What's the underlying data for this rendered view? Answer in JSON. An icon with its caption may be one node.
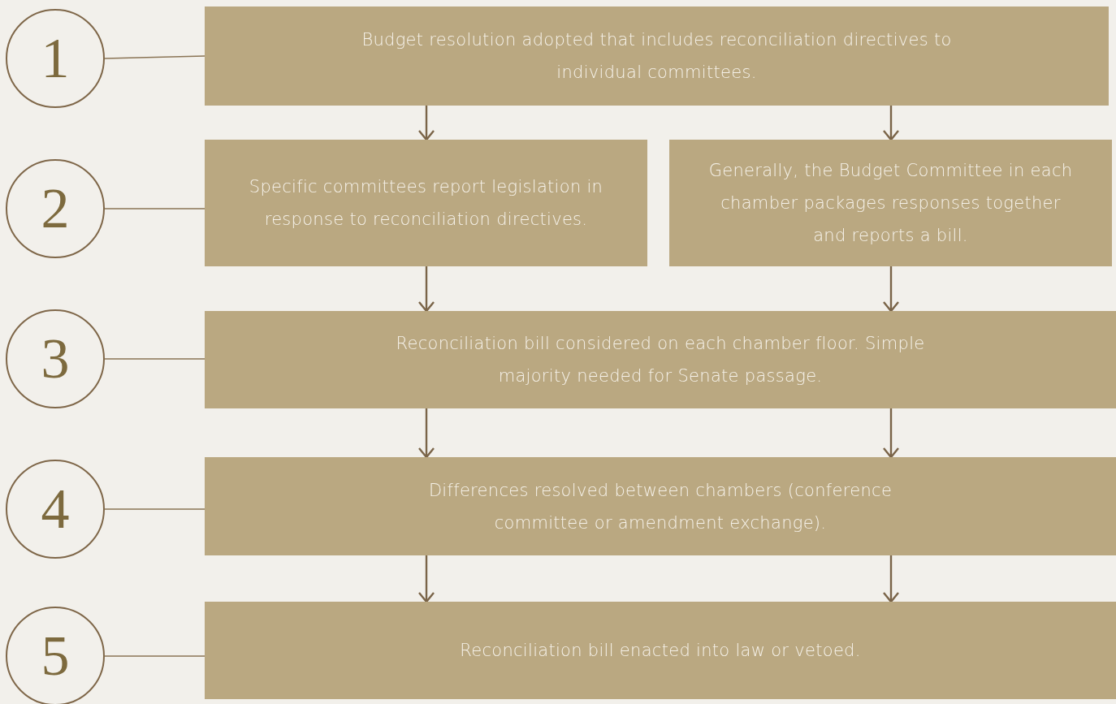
{
  "diagram": {
    "nodes": [
      {
        "text": [
          "1"
        ]
      },
      {
        "text": [
          "Budget resolution adopted that includes reconciliation directives to individual committees."
        ]
      },
      {
        "text": [
          "2"
        ]
      },
      {
        "text": [
          "Specific committees report legislation in response to reconciliation directives."
        ]
      },
      {
        "text": [
          "Generally, the Budget Committee in each chamber packages responses together and reports a bill."
        ]
      },
      {
        "text": [
          "3"
        ]
      },
      {
        "text": [
          "Reconciliation bill considered on each chamber floor. Simple majority needed for Senate passage."
        ]
      },
      {
        "text": [
          "4"
        ]
      },
      {
        "text": [
          "Differences resolved between chambers (conference committee or amendment exchange)."
        ]
      },
      {
        "text": [
          "5"
        ]
      },
      {
        "text": [
          "Reconciliation bill enacted into law or vetoed."
        ]
      }
    ],
    "edges": [
      {
        "from": 0,
        "to": 1,
        "arrow": "none"
      },
      {
        "from": 2,
        "to": 3,
        "arrow": "none"
      },
      {
        "from": 5,
        "to": 6,
        "arrow": "none"
      },
      {
        "from": 7,
        "to": 8,
        "arrow": "none"
      },
      {
        "from": 9,
        "to": 10,
        "arrow": "none"
      },
      {
        "from": 1,
        "to": 3,
        "arrow": "to"
      },
      {
        "from": 1,
        "to": 4,
        "arrow": "to"
      },
      {
        "from": 3,
        "to": 6,
        "arrow": "to"
      },
      {
        "from": 4,
        "to": 6,
        "arrow": "to"
      },
      {
        "from": 6,
        "to": 8,
        "arrow": "to"
      },
      {
        "from": 6,
        "to": 8,
        "arrow": "to"
      },
      {
        "from": 8,
        "to": 10,
        "arrow": "to"
      },
      {
        "from": 8,
        "to": 10,
        "arrow": "to"
      }
    ]
  }
}
